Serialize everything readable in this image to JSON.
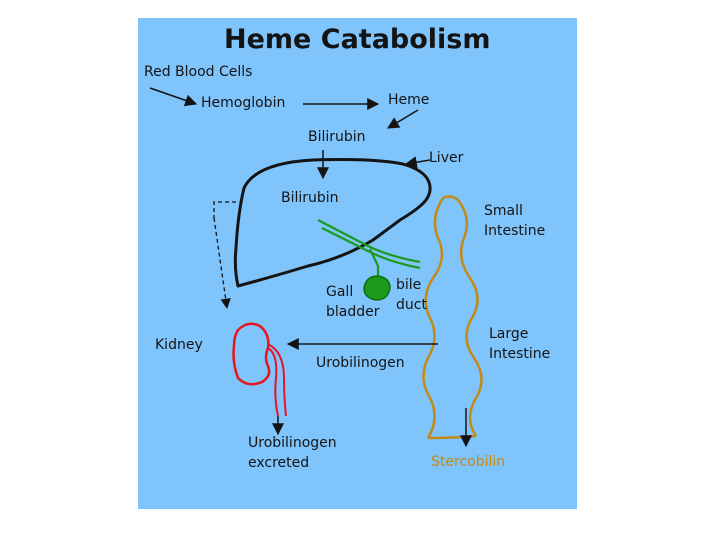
{
  "title": "Heme Catabolism",
  "labels": {
    "red_blood_cells": "Red Blood Cells",
    "hemoglobin": "Hemoglobin",
    "heme": "Heme",
    "bilirubin_top": "Bilirubin",
    "liver": "Liver",
    "bilirubin_liver": "Bilirubin",
    "small_intestine": "Small\nIntestine",
    "gall_bladder": "Gall\nbladder",
    "bile_duct": "bile\nduct",
    "kidney": "Kidney",
    "large_intestine": "Large\nIntestine",
    "urobilinogen": "Urobilinogen",
    "urobilinogen_excreted": "Urobilinogen\nexcreted",
    "stercobilin": "Stercobilin"
  },
  "colors": {
    "background": "#80c4fc",
    "liver_outline": "#141414",
    "bile_ducts": "#1c9a1c",
    "intestine": "#c28a16",
    "kidney": "#e8141e",
    "text": "#141414"
  }
}
